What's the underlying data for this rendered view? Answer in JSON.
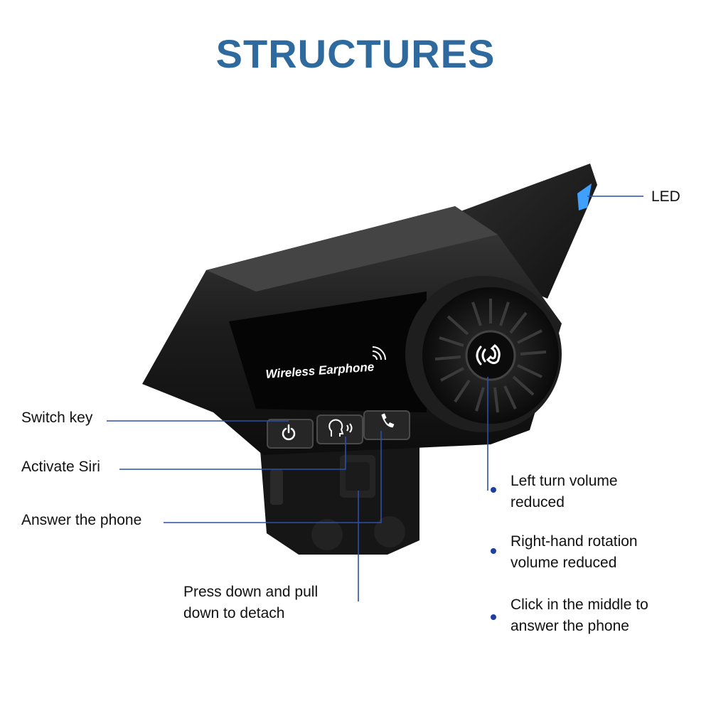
{
  "title": "STRUCTURES",
  "device_brand_text": "Wireless Earphone",
  "labels": {
    "led": "LED",
    "switch_key": "Switch key",
    "activate_siri": "Activate Siri",
    "answer_phone": "Answer the phone",
    "detach_line1": "Press down and pull",
    "detach_line2": "down to detach",
    "left_turn_line1": "Left turn volume",
    "left_turn_line2": "reduced",
    "right_hand_line1": "Right-hand rotation",
    "right_hand_line2": "volume reduced",
    "click_middle_line1": "Click in the middle to",
    "click_middle_line2": "answer the phone"
  },
  "colors": {
    "title": "#2e6a9e",
    "leader_line": "#2f4fa8",
    "bullet": "#1f3fa0",
    "led_glow": "#3fa0ff",
    "device_body": "#1a1a1a"
  },
  "icons": [
    "power-icon",
    "siri-icon",
    "phone-icon",
    "call-wave-icon",
    "wireless-signal-icon"
  ]
}
